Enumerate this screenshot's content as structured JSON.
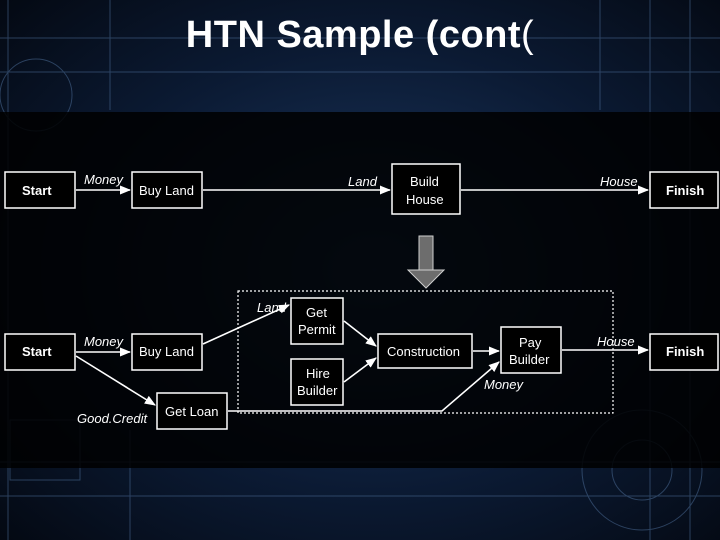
{
  "slide": {
    "title_main": "HTN Sample (cont",
    "title_paren": "("
  },
  "diagram": {
    "top_row": {
      "start": "Start",
      "buy_land": "Buy Land",
      "build_house": [
        "Build",
        "House"
      ],
      "finish": "Finish",
      "label_money": "Money",
      "label_land": "Land",
      "label_house": "House"
    },
    "bottom_row": {
      "start": "Start",
      "buy_land": "Buy Land",
      "get_loan": "Get Loan",
      "get_permit": [
        "Get",
        "Permit"
      ],
      "hire_builder": [
        "Hire",
        "Builder"
      ],
      "construction": "Construction",
      "pay_builder": [
        "Pay",
        "Builder"
      ],
      "finish": "Finish",
      "label_money": "Money",
      "label_land": "Land",
      "label_house": "House",
      "label_money_2": "Money",
      "label_goodcredit": "Good.Credit"
    }
  }
}
